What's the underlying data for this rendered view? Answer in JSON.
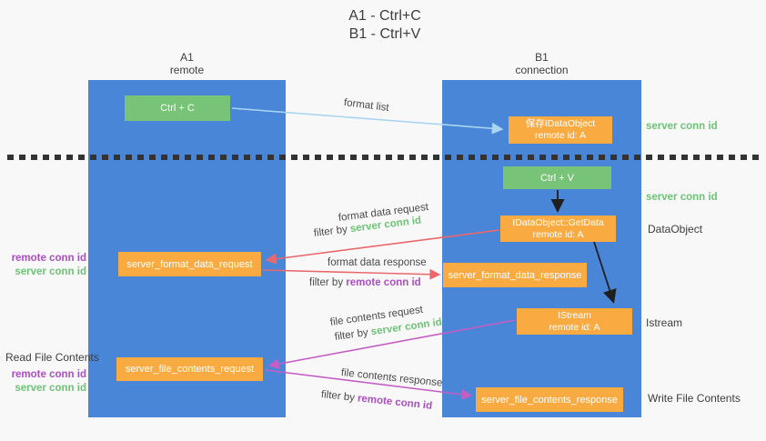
{
  "title": {
    "line1": "A1 - Ctrl+C",
    "line2": "B1 - Ctrl+V"
  },
  "lanes": {
    "a": {
      "name": "A1",
      "subtitle": "remote"
    },
    "b": {
      "name": "B1",
      "subtitle": "connection"
    }
  },
  "boxes": {
    "ctrl_c": {
      "label": "Ctrl + C"
    },
    "save_idataobject": {
      "line1": "保存IDataObject",
      "line2": "remote id: A"
    },
    "ctrl_v": {
      "label": "Ctrl + V"
    },
    "getdata": {
      "line1": "IDataObject::GetData",
      "line2": "remote id: A"
    },
    "format_request": {
      "label": "server_format_data_request"
    },
    "format_response": {
      "label": "server_format_data_response"
    },
    "istream": {
      "line1": "IStream",
      "line2": "remote id: A"
    },
    "file_request": {
      "label": "server_file_contents_request"
    },
    "file_response": {
      "label": "server_file_contents_response"
    }
  },
  "arrow_labels": {
    "format_list": "format list",
    "format_data_request": "format data request",
    "format_data_response": "format data response",
    "file_contents_request": "file contents request",
    "file_contents_response": "file contents response",
    "filter_by": "filter by ",
    "server_conn_id": "server conn id",
    "remote_conn_id": "remote conn id"
  },
  "left_labels": {
    "remote_conn_id_1": "remote conn id",
    "server_conn_id_1": "server conn id",
    "read_file_contents": "Read File Contents",
    "remote_conn_id_2": "remote conn id",
    "server_conn_id_2": "server conn id"
  },
  "right_labels": {
    "server_conn_id_1": "server conn id",
    "server_conn_id_2": "server conn id",
    "dataobject": "DataObject",
    "istream": "Istream",
    "write_file_contents": "Write File Contents"
  },
  "colors": {
    "lane_blue": "#4a86d8",
    "box_green": "#77c377",
    "box_orange": "#f9ab42",
    "label_green": "#6dc375",
    "label_purple": "#ab4ec4",
    "text_dark": "#3d3d3d",
    "arrow_light_blue": "#a9d5f0",
    "arrow_red": "#e9686c",
    "arrow_magenta": "#c45ec4",
    "arrow_black": "#1f1f1f"
  }
}
